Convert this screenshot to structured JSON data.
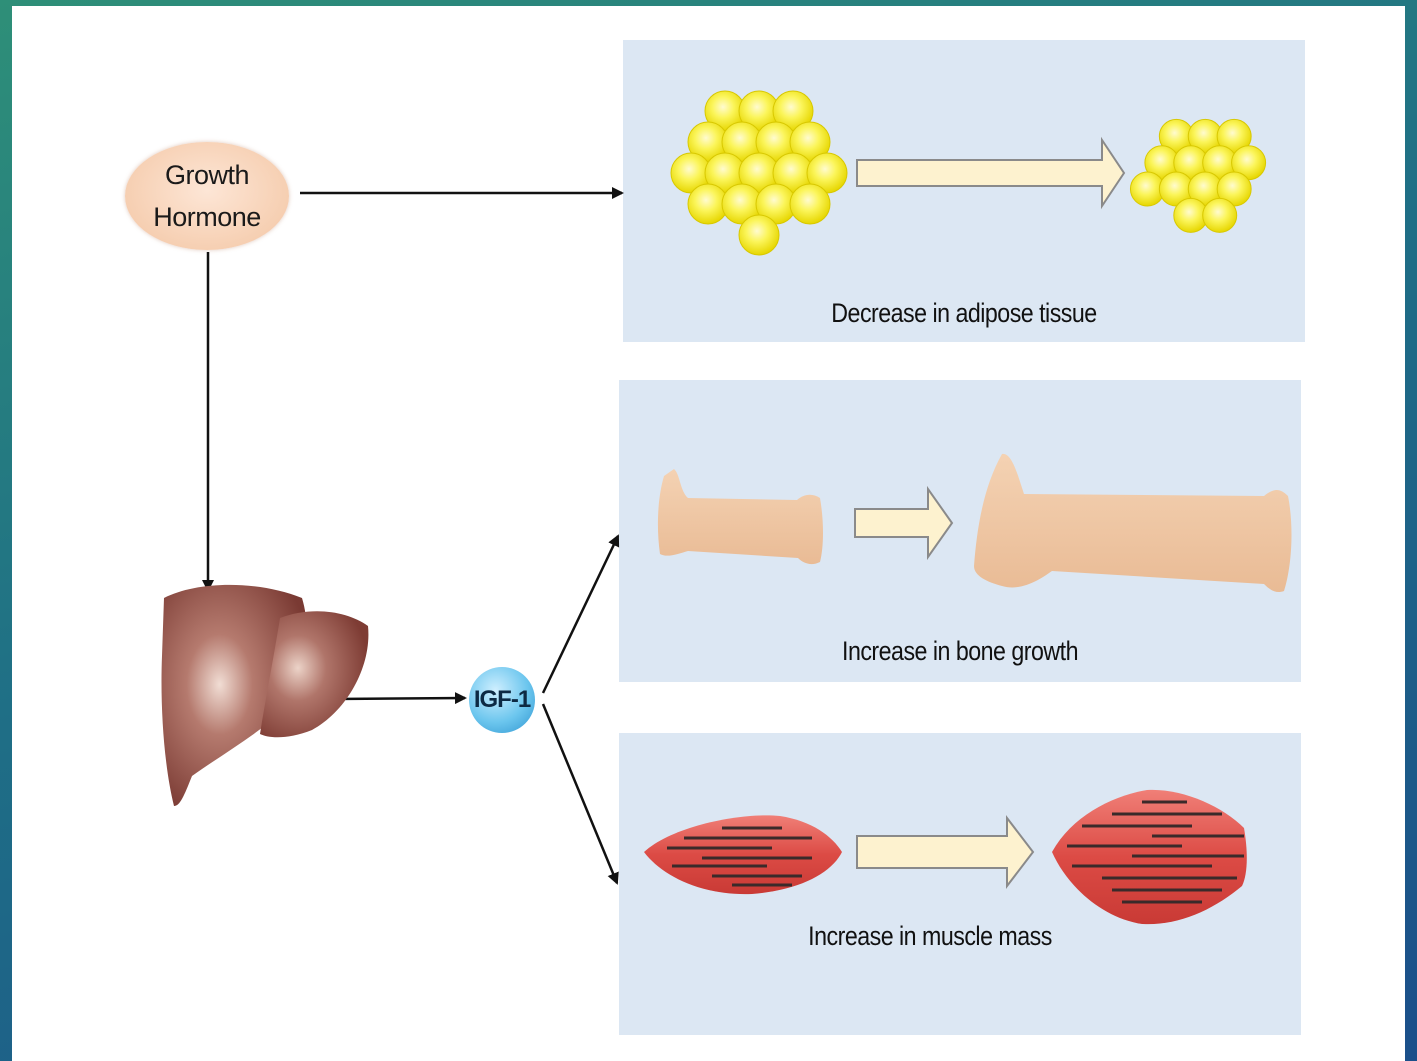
{
  "nodes": {
    "growth_hormone": {
      "line1": "Growth",
      "line2": "Hormone"
    },
    "igf": {
      "label": "IGF-1"
    }
  },
  "panels": {
    "adipose": {
      "caption": "Decrease in adipose tissue"
    },
    "bone": {
      "caption": "Increase in bone growth"
    },
    "muscle": {
      "caption": "Increase in muscle mass"
    }
  },
  "colors": {
    "background_gradient_start": "#2e8f78",
    "background_gradient_end": "#1b4f8a",
    "panel": "#dce7f3",
    "fat_cell": "#f5f000",
    "liver": "#8e4a42",
    "bone": "#f1c9a5",
    "muscle": "#e0524d",
    "transform_arrow": "#fdf2cf"
  },
  "icons": [
    "fat-cells-icon",
    "liver-icon",
    "bone-icon",
    "muscle-icon",
    "transform-arrow-icon"
  ]
}
